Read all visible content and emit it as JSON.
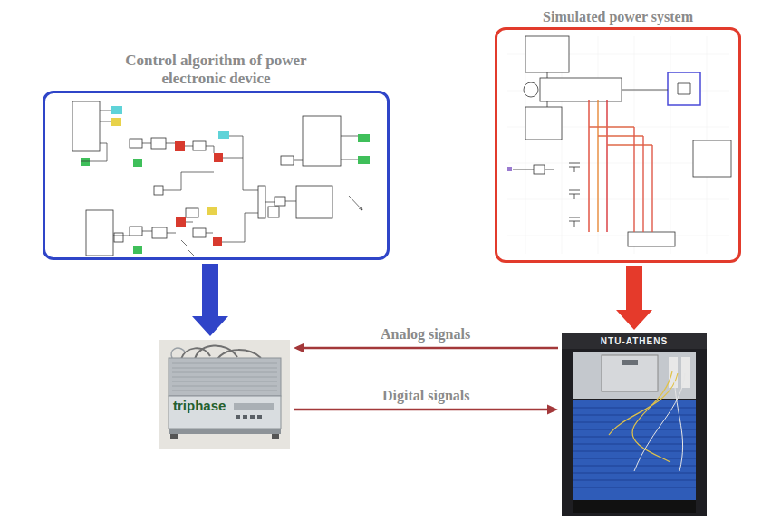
{
  "diagram": {
    "nodes": [
      {
        "text": [
          "Control algorithm of power electronic device"
        ]
      },
      {
        "text": [
          "Simulated power system"
        ]
      },
      {
        "text": [
          "triphase"
        ]
      },
      {
        "text": [
          "NTU-ATHENS"
        ]
      }
    ],
    "edges": [
      {
        "from": 0,
        "to": 2,
        "arrow": "to"
      },
      {
        "from": 1,
        "to": 3,
        "arrow": "to"
      },
      {
        "from": 3,
        "to": 2,
        "label": "Analog signals",
        "arrow": "to"
      },
      {
        "from": 2,
        "to": 3,
        "label": "Digital signals",
        "arrow": "to"
      }
    ]
  }
}
